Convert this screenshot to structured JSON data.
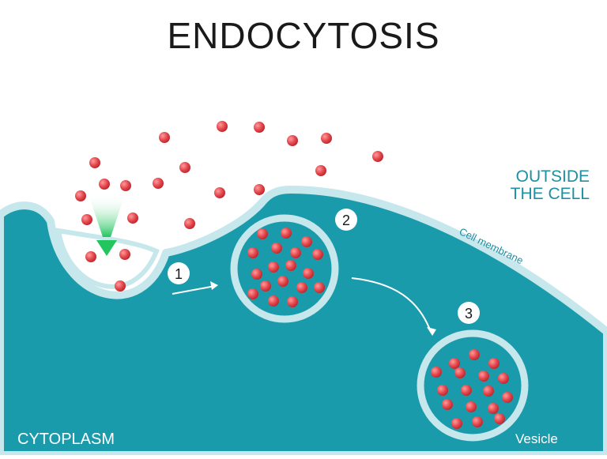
{
  "title": "ENDOCYTOSIS",
  "labels": {
    "outside_line1": "OUTSIDE",
    "outside_line2": "THE CELL",
    "cell_membrane": "Cell membrane",
    "cytoplasm": "CYTOPLASM",
    "vesicle": "Vesicle"
  },
  "steps": [
    "1",
    "2",
    "3"
  ],
  "colors": {
    "cytoplasm": "#1a9bac",
    "membrane": "#bfe4ea",
    "membrane_edge": "#7cc3cf",
    "particle": "#e2444a",
    "arrow_green": "#22c55e",
    "text_teal": "#1f8fa2"
  },
  "icons": [
    "green-arrow-icon",
    "step-arrow-icon"
  ]
}
